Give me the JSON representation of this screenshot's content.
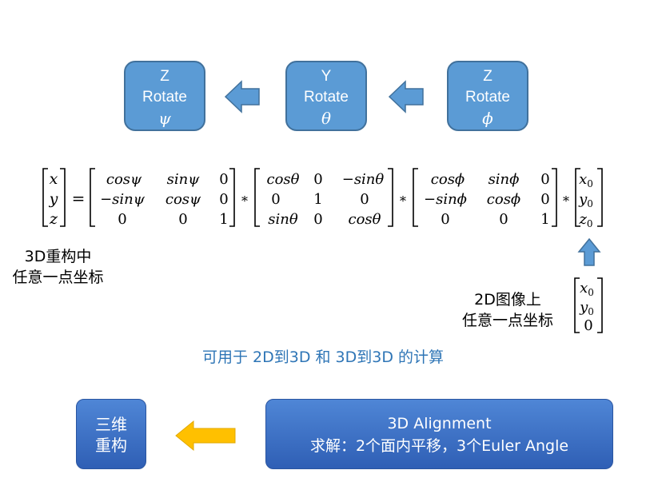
{
  "rotation_chain": [
    {
      "axis": "Z",
      "label": "Rotate",
      "symbol": "ψ"
    },
    {
      "axis": "Y",
      "label": "Rotate",
      "symbol": "θ"
    },
    {
      "axis": "Z",
      "label": "Rotate",
      "symbol": "ϕ"
    }
  ],
  "equation": {
    "lhs": [
      "x",
      "y",
      "z"
    ],
    "rz_psi": [
      [
        "cosψ",
        "sinψ",
        "0"
      ],
      [
        "−sinψ",
        "cosψ",
        "0"
      ],
      [
        "0",
        "0",
        "1"
      ]
    ],
    "ry_theta": [
      [
        "cosθ",
        "0",
        "−sinθ"
      ],
      [
        "0",
        "1",
        "0"
      ],
      [
        "sinθ",
        "0",
        "cosθ"
      ]
    ],
    "rz_phi": [
      [
        "cosϕ",
        "sinϕ",
        "0"
      ],
      [
        "−sinϕ",
        "cosϕ",
        "0"
      ],
      [
        "0",
        "0",
        "1"
      ]
    ],
    "vec0": [
      {
        "base": "x",
        "sub": "0"
      },
      {
        "base": "y",
        "sub": "0"
      },
      {
        "base": "z",
        "sub": "0"
      }
    ],
    "equals": "=",
    "times": "*"
  },
  "left_caption": {
    "line1": "3D重构中",
    "line2": "任意一点坐标"
  },
  "right_caption": {
    "line1": "2D图像上",
    "line2": "任意一点坐标"
  },
  "vec2d": [
    {
      "base": "x",
      "sub": "0"
    },
    {
      "base": "y",
      "sub": "0"
    },
    {
      "base": "0",
      "sub": ""
    }
  ],
  "note": "可用于 2D到3D 和 3D到3D 的计算",
  "recon_box": {
    "line1": "三维",
    "line2": "重构"
  },
  "alignment_box": {
    "title": "3D Alignment",
    "subtitle": "求解：2个面内平移，3个Euler Angle"
  },
  "colors": {
    "box_fill": "#5b9bd5",
    "box_border": "#41719c",
    "note": "#2e75b6",
    "yellow_arrow": "#ffc000"
  }
}
